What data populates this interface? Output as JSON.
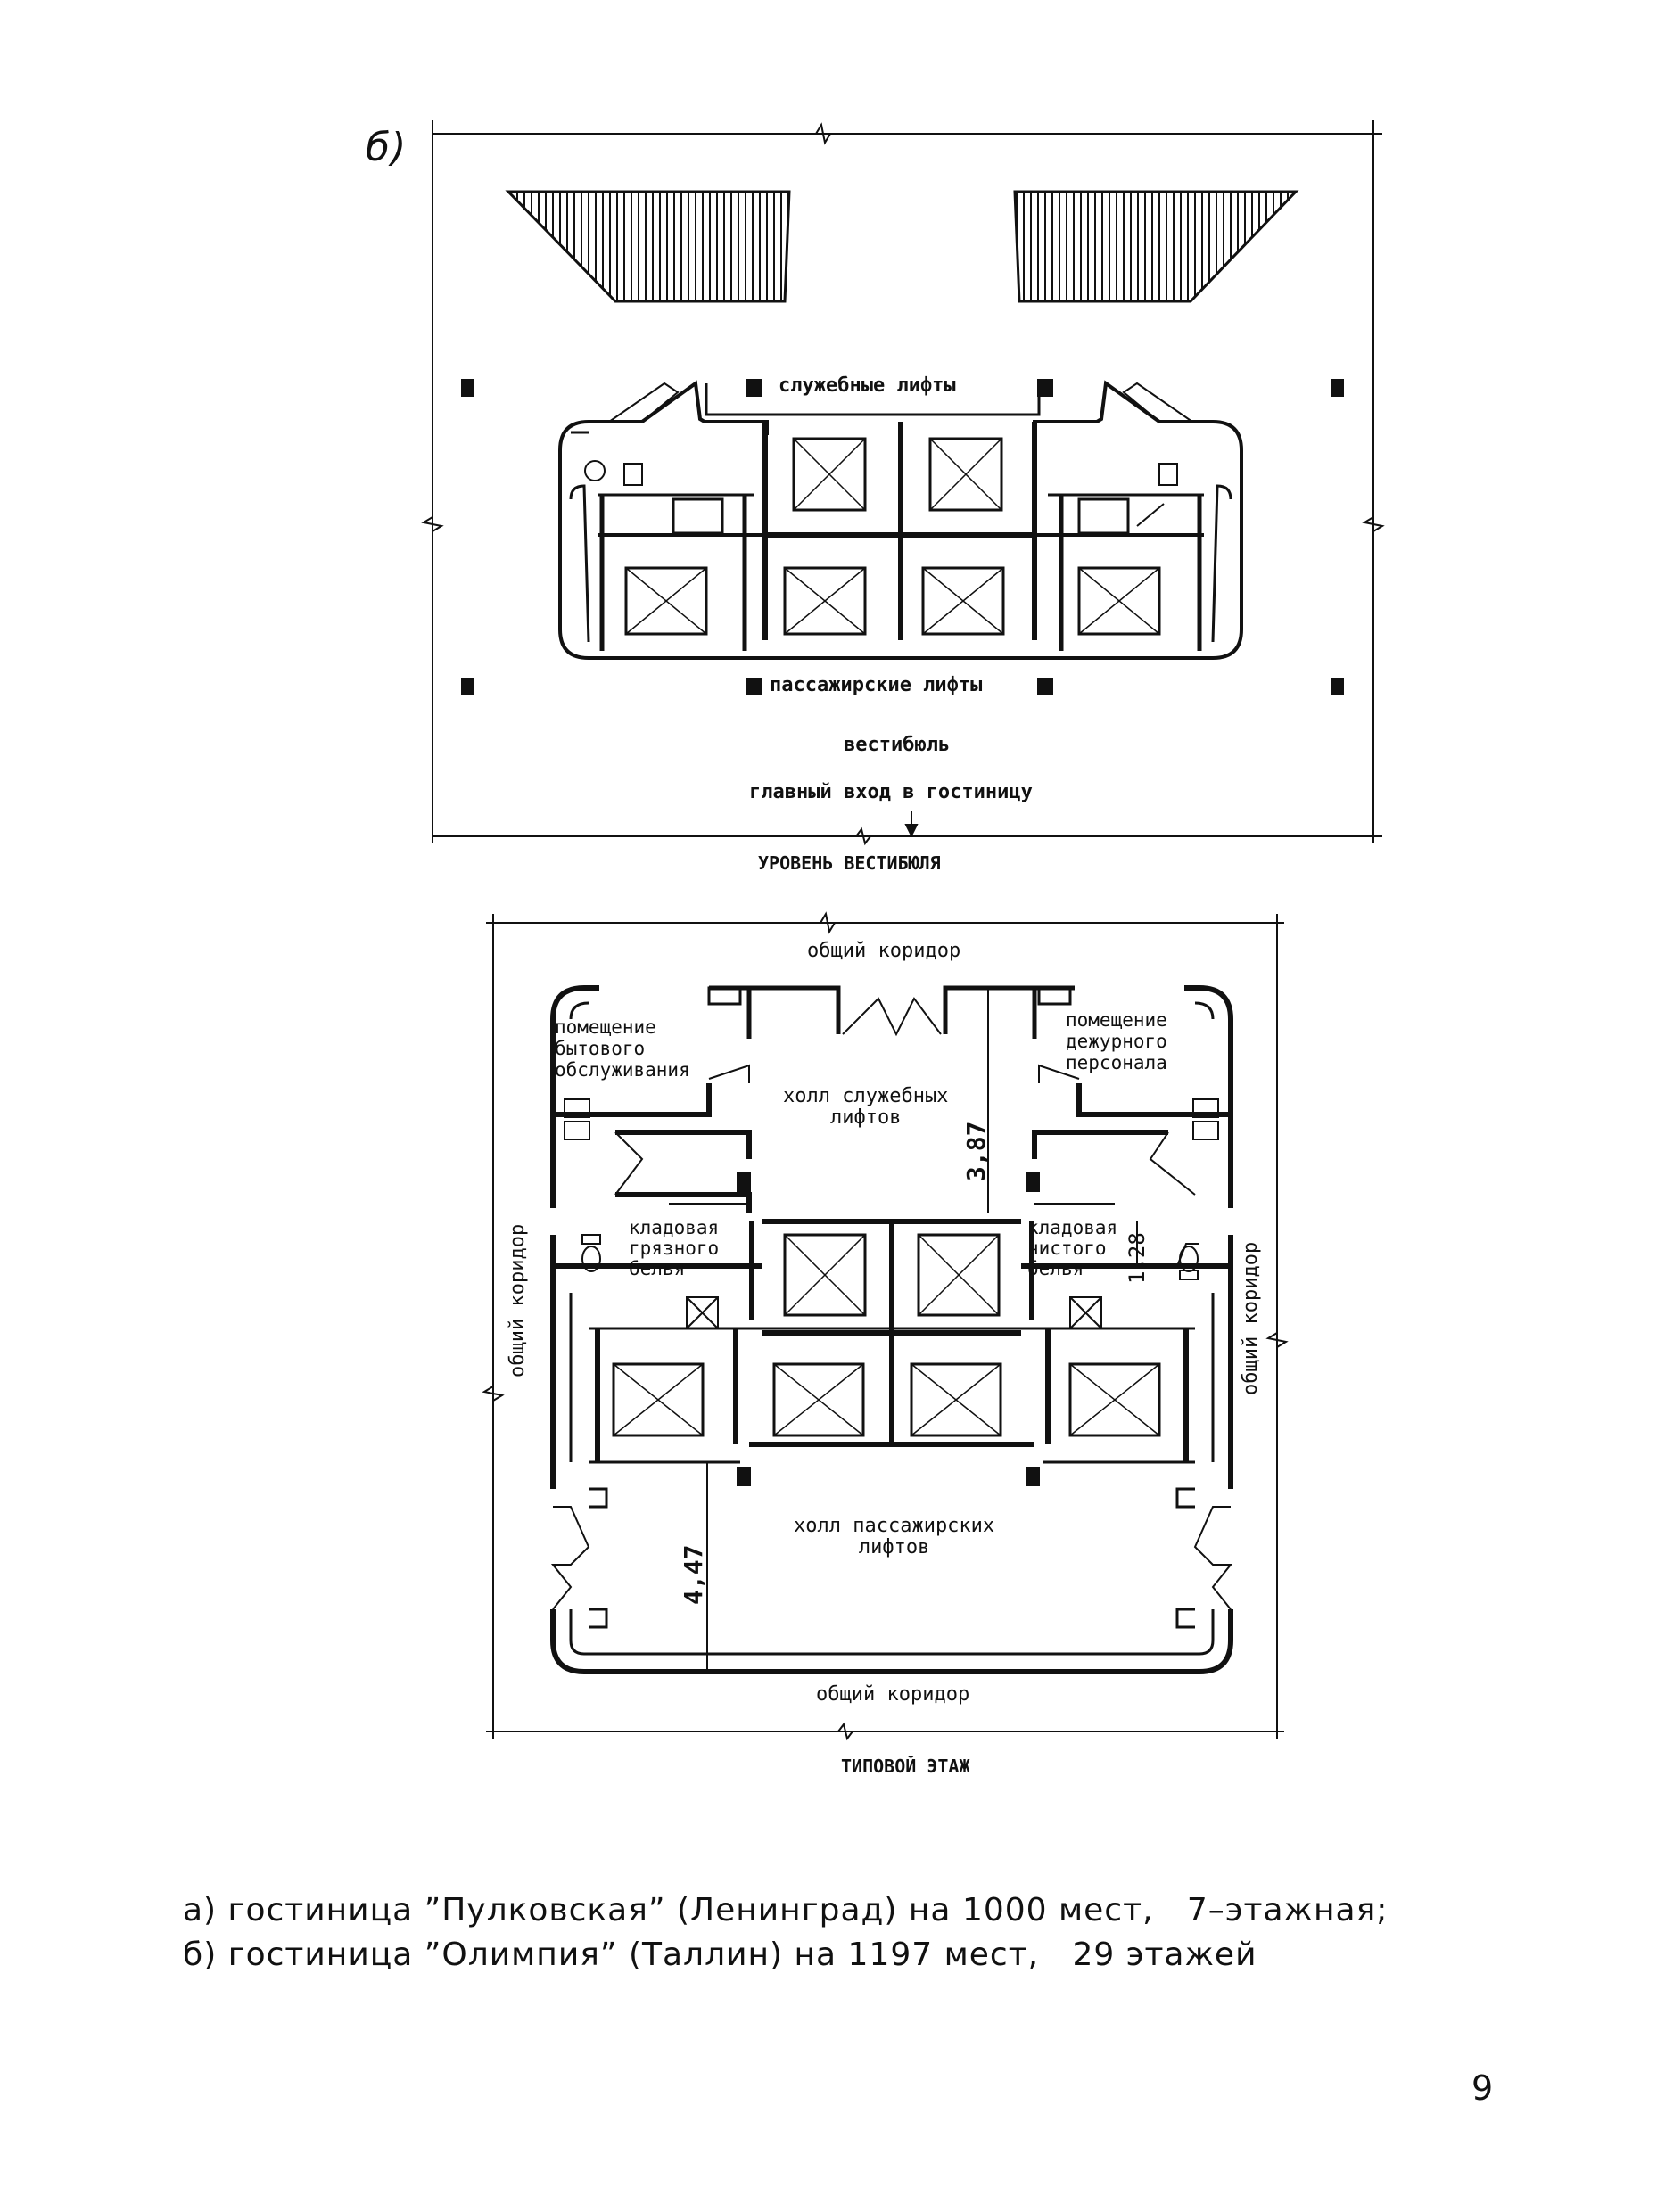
{
  "panel_marker": "б)",
  "lobby_plan": {
    "service_lifts": "служебные лифты",
    "passenger_lifts": "пассажирские лифты",
    "vestibule": "вестибюль",
    "main_entrance": "главный вход в гостиницу",
    "title": "УРОВЕНЬ ВЕСТИБЮЛЯ"
  },
  "typical_floor_plan": {
    "corridor_top": "общий коридор",
    "corridor_bottom": "общий коридор",
    "corridor_left": "общий коридор",
    "corridor_right": "общий коридор",
    "household_service_room": "помещение\nбытового\nобслуживания",
    "duty_staff_room": "помещение\nдежурного\nперсонала",
    "service_lift_hall": "холл служебных\nлифтов",
    "dirty_linen_store": "кладовая\nгрязного\nбелья",
    "clean_linen_store": "кладовая\nчистого\nбелья",
    "passenger_lift_hall": "холл пассажирских\nлифтов",
    "dim_387": "3,87",
    "dim_128": "1,28",
    "dim_447": "4,47",
    "title": "ТИПОВОЙ ЭТАЖ"
  },
  "captions": {
    "line_a": "а) гостиница ”Пулковская” (Ленинград) на 1000 мест,   7–этажная;",
    "line_b": "б) гостиница ”Олимпия” (Таллин) на 1197 мест,   29 этажей"
  },
  "page_number": "9"
}
